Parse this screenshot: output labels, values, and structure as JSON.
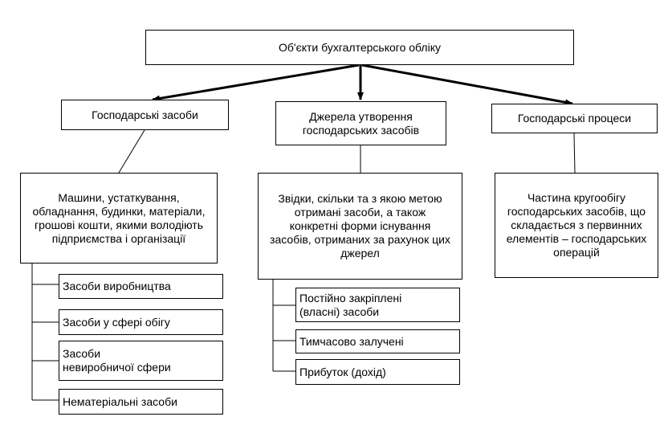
{
  "root": {
    "label": "Об'єкти бухгалтерського обліку"
  },
  "categories": [
    {
      "title": "Господарські засоби",
      "description": "Машини, устаткування, обладнання, будинки, матеріали, грошові кошти, якими володіють підприємства і організації",
      "items": [
        "Засоби виробництва",
        "Засоби у сфері обігу",
        "Засоби невиробничої сфери",
        "Нематеріальні засоби"
      ]
    },
    {
      "title": "Джерела утворення господарських засобів",
      "description": "Звідки, скільки та з якою метою отримані засоби, а також конкретні форми існування засобів, отриманих за рахунок цих джерел",
      "items": [
        "Постійно закріплені (власні) засоби",
        "Тимчасово залучені",
        "Прибуток (дохід)"
      ]
    },
    {
      "title": "Господарські процеси",
      "description": "Частина кругообігу господарських засобів, що складається з первинних елементів – господарських операцій"
    }
  ]
}
